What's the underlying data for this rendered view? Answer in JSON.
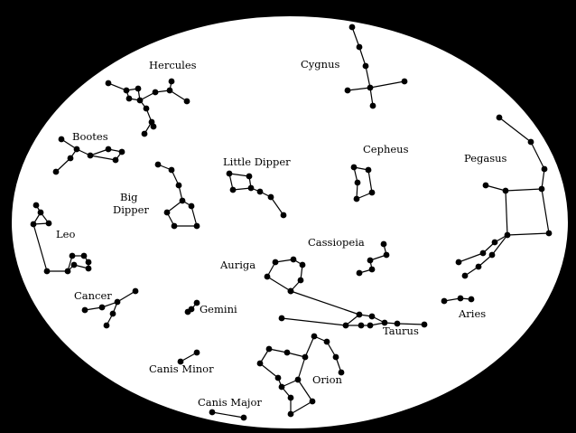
{
  "constellations": [
    {
      "id": "hercules",
      "label": [
        "Hercules"
      ]
    },
    {
      "id": "cygnus",
      "label": [
        "Cygnus"
      ]
    },
    {
      "id": "bootes",
      "label": [
        "Bootes"
      ]
    },
    {
      "id": "cepheus",
      "label": [
        "Cepheus"
      ]
    },
    {
      "id": "little-dipper",
      "label": [
        "Little Dipper"
      ]
    },
    {
      "id": "pegasus",
      "label": [
        "Pegasus"
      ]
    },
    {
      "id": "big-dipper",
      "label": [
        "Big",
        "Dipper"
      ]
    },
    {
      "id": "leo",
      "label": [
        "Leo"
      ]
    },
    {
      "id": "cassiopeia",
      "label": [
        "Cassiopeia"
      ]
    },
    {
      "id": "auriga",
      "label": [
        "Auriga"
      ]
    },
    {
      "id": "cancer",
      "label": [
        "Cancer"
      ]
    },
    {
      "id": "gemini",
      "label": [
        "Gemini"
      ]
    },
    {
      "id": "aries",
      "label": [
        "Aries"
      ]
    },
    {
      "id": "taurus",
      "label": [
        "Taurus"
      ]
    },
    {
      "id": "canis-minor",
      "label": [
        "Canis Minor"
      ]
    },
    {
      "id": "orion",
      "label": [
        "Orion"
      ]
    },
    {
      "id": "canis-major",
      "label": [
        "Canis Major"
      ]
    }
  ]
}
